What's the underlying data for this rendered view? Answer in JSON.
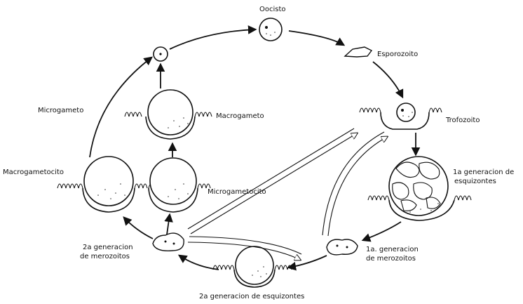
{
  "labels": {
    "oocisto": "Oocisto",
    "esporozoito": "Esporozoito",
    "trofozoito": "Trofozoito",
    "esquizontes1_line1": "1a generacion de",
    "esquizontes1_line2": "esquizontes",
    "merozoitos1_line1": "1a. generacion",
    "merozoitos1_line2": "de merozoitos",
    "esquizontes2": "2a generacion de esquizontes",
    "merozoitos2_line1": "2a generacion",
    "merozoitos2_line2": "de merozoitos",
    "macrogametocito": "Macrogametocito",
    "microgametocito": "Microgametocito",
    "microgameto": "Microgameto",
    "macrogameto": "Macrogameto"
  }
}
